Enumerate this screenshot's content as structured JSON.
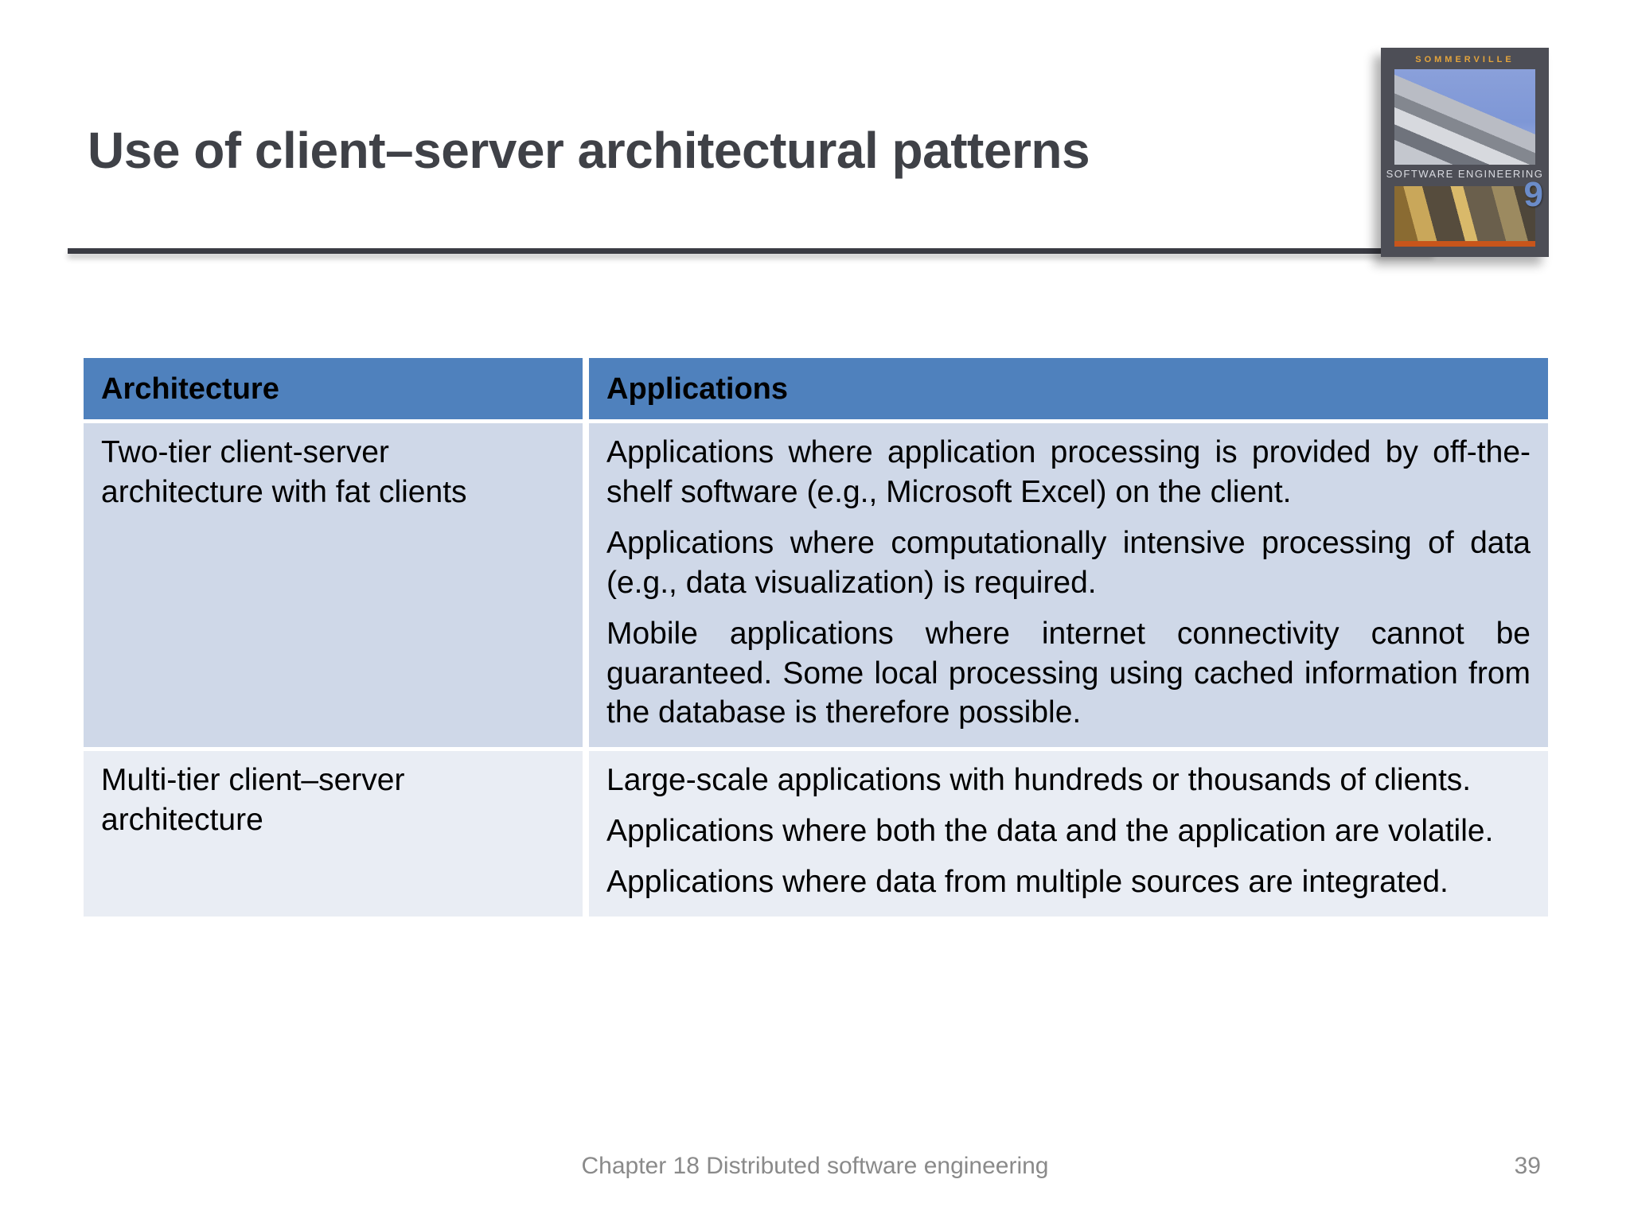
{
  "slide": {
    "title": "Use of client–server architectural patterns",
    "footer": {
      "chapter": "Chapter 18 Distributed software engineering",
      "page_number": "39"
    }
  },
  "book_cover": {
    "author": "SOMMERVILLE",
    "title": "SOFTWARE ENGINEERING",
    "edition": "9"
  },
  "table": {
    "headers": [
      "Architecture",
      "Applications"
    ],
    "rows": [
      {
        "architecture": "Two-tier client-server architecture with fat clients",
        "applications": [
          "Applications where application processing is provided by off-the-shelf software (e.g., Microsoft Excel) on the client.",
          "Applications where computationally intensive processing of data (e.g., data visualization) is required.",
          "Mobile applications where internet connectivity cannot be guaranteed. Some local processing using cached information from the database is therefore possible."
        ]
      },
      {
        "architecture": "Multi-tier client–server architecture",
        "applications": [
          "Large-scale applications with hundreds or thousands of clients.",
          "Applications where both the data and the application are volatile.",
          "Applications where data from multiple sources are integrated."
        ]
      }
    ]
  },
  "colors": {
    "header_bg": "#4f81bd",
    "row1_bg": "#cfd8e8",
    "row2_bg": "#e9edf4",
    "title_text": "#3f4147",
    "divider": "#3a3b43",
    "footer_text": "#8a8a8a",
    "cover_author_text": "#e3a43c",
    "cover_edition_text": "#6b8cc9"
  }
}
